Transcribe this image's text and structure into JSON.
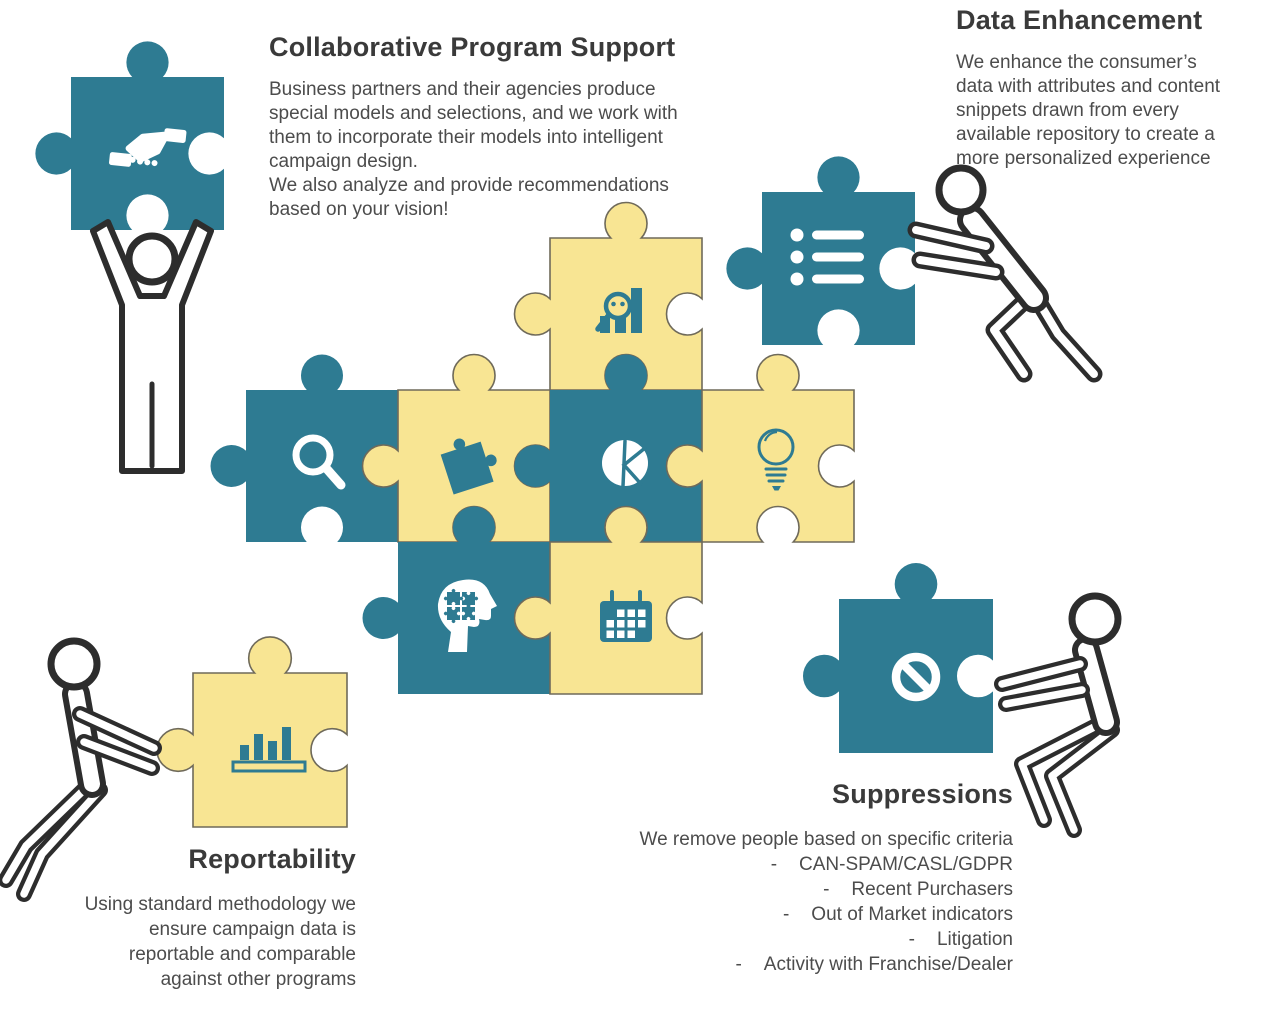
{
  "colors": {
    "teal": "#2e7b92",
    "yellow": "#f8e593",
    "yellow_outline": "#6f6a5a",
    "figure": "#2d2d2d",
    "icon_white": "#ffffff",
    "heading_text": "#3a3a3a",
    "body_text": "#4c4c4c"
  },
  "sections": {
    "collaborative": {
      "title": "Collaborative Program Support",
      "lines": [
        "Business partners and their agencies produce",
        "special models and selections, and we work with",
        "them to incorporate their models into intelligent",
        "campaign design.",
        "We also analyze and provide recommendations",
        "based on your vision!"
      ]
    },
    "data_enhancement": {
      "title": "Data Enhancement",
      "lines": [
        "We enhance the consumer’s",
        "data with attributes and content",
        "snippets drawn from every",
        "available repository to create a",
        "more personalized experience"
      ]
    },
    "reportability": {
      "title": "Reportability",
      "lines": [
        "Using standard methodology we",
        "ensure campaign data is",
        "reportable and comparable",
        "against other programs"
      ]
    },
    "suppressions": {
      "title": "Suppressions",
      "intro": "We remove people based on specific criteria",
      "marker": "-",
      "items": [
        "CAN-SPAM/CASL/GDPR",
        "Recent Purchasers",
        "Out of Market indicators",
        "Litigation",
        "Activity with Franchise/Dealer"
      ]
    }
  },
  "puzzle": {
    "pieces": [
      {
        "id": "handshake",
        "icon": "handshake-icon",
        "color": "teal"
      },
      {
        "id": "list",
        "icon": "list-icon",
        "color": "teal"
      },
      {
        "id": "analytics",
        "icon": "chart-magnifier-icon",
        "color": "yellow"
      },
      {
        "id": "search",
        "icon": "search-icon",
        "color": "teal"
      },
      {
        "id": "puzzle",
        "icon": "puzzle-icon",
        "color": "yellow"
      },
      {
        "id": "pie",
        "icon": "pie-chart-icon",
        "color": "teal"
      },
      {
        "id": "lightbulb",
        "icon": "lightbulb-icon",
        "color": "yellow"
      },
      {
        "id": "head",
        "icon": "head-gears-icon",
        "color": "teal"
      },
      {
        "id": "calendar",
        "icon": "calendar-icon",
        "color": "yellow"
      },
      {
        "id": "report",
        "icon": "bar-chart-icon",
        "color": "yellow"
      },
      {
        "id": "suppress",
        "icon": "no-entry-icon",
        "color": "teal"
      }
    ]
  }
}
